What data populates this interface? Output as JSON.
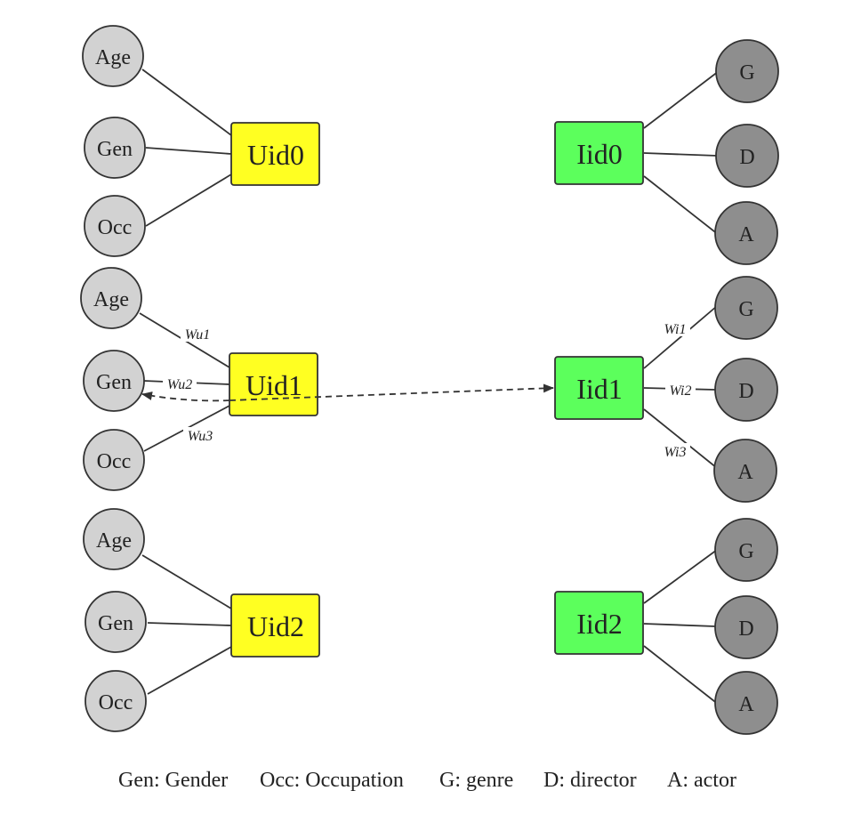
{
  "colors": {
    "user_box": "#ffff22",
    "item_box": "#5cff5c",
    "user_attr": "#d2d2d2",
    "item_attr": "#8e8e8e",
    "stroke": "#333333"
  },
  "users": [
    {
      "id": "Uid0",
      "attrs": [
        "Age",
        "Gen",
        "Occ"
      ]
    },
    {
      "id": "Uid1",
      "attrs": [
        "Age",
        "Gen",
        "Occ"
      ],
      "weights": [
        "Wu1",
        "Wu2",
        "Wu3"
      ]
    },
    {
      "id": "Uid2",
      "attrs": [
        "Age",
        "Gen",
        "Occ"
      ]
    }
  ],
  "items": [
    {
      "id": "Iid0",
      "attrs": [
        "G",
        "D",
        "A"
      ]
    },
    {
      "id": "Iid1",
      "attrs": [
        "G",
        "D",
        "A"
      ],
      "weights": [
        "Wi1",
        "Wi2",
        "Wi3"
      ]
    },
    {
      "id": "Iid2",
      "attrs": [
        "G",
        "D",
        "A"
      ]
    }
  ],
  "legend": [
    "Gen: Gender",
    "Occ: Occupation",
    "G: genre",
    "D: director",
    "A: actor"
  ]
}
